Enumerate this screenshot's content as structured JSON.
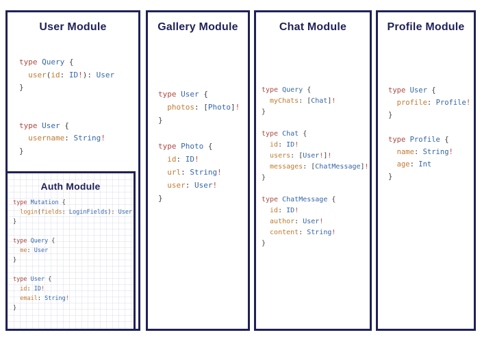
{
  "colors": {
    "navy": "#1f2157",
    "keyword": "#ad4a42",
    "type_name": "#3566a9",
    "field": "#bf7b30",
    "punctuation": "#3f3f3f",
    "bang": "#c2443a"
  },
  "modules": [
    {
      "key": "user",
      "title": "User Module",
      "code": [
        [
          [
            "k",
            "type "
          ],
          [
            "t",
            "Query"
          ],
          [
            "p",
            " {"
          ]
        ],
        [
          [
            "f",
            "  user"
          ],
          [
            "p",
            "("
          ],
          [
            "f",
            "id"
          ],
          [
            "p",
            ": "
          ],
          [
            "t",
            "ID"
          ],
          [
            "b",
            "!"
          ],
          [
            "p",
            "): "
          ],
          [
            "t",
            "User"
          ]
        ],
        [
          [
            "p",
            "}"
          ]
        ],
        [],
        [],
        [
          [
            "k",
            "type "
          ],
          [
            "t",
            "User"
          ],
          [
            "p",
            " {"
          ]
        ],
        [
          [
            "f",
            "  username"
          ],
          [
            "p",
            ": "
          ],
          [
            "t",
            "String"
          ],
          [
            "b",
            "!"
          ]
        ],
        [
          [
            "p",
            "}"
          ]
        ]
      ]
    },
    {
      "key": "auth",
      "title": "Auth Module",
      "code": [
        [
          [
            "k",
            "type "
          ],
          [
            "t",
            "Mutation"
          ],
          [
            "p",
            " {"
          ]
        ],
        [
          [
            "f",
            "  login"
          ],
          [
            "p",
            "("
          ],
          [
            "f",
            "fields"
          ],
          [
            "p",
            ": "
          ],
          [
            "t",
            "LoginFields"
          ],
          [
            "p",
            "): "
          ],
          [
            "t",
            "User"
          ]
        ],
        [
          [
            "p",
            "}"
          ]
        ],
        [],
        [
          [
            "k",
            "type "
          ],
          [
            "t",
            "Query"
          ],
          [
            "p",
            " {"
          ]
        ],
        [
          [
            "f",
            "  me"
          ],
          [
            "p",
            ": "
          ],
          [
            "t",
            "User"
          ]
        ],
        [
          [
            "p",
            "}"
          ]
        ],
        [],
        [
          [
            "k",
            "type "
          ],
          [
            "t",
            "User"
          ],
          [
            "p",
            " {"
          ]
        ],
        [
          [
            "f",
            "  id"
          ],
          [
            "p",
            ": "
          ],
          [
            "t",
            "ID"
          ],
          [
            "b",
            "!"
          ]
        ],
        [
          [
            "f",
            "  email"
          ],
          [
            "p",
            ": "
          ],
          [
            "t",
            "String"
          ],
          [
            "b",
            "!"
          ]
        ],
        [
          [
            "p",
            "}"
          ]
        ]
      ]
    },
    {
      "key": "gallery",
      "title": "Gallery Module",
      "code": [
        [
          [
            "k",
            "type "
          ],
          [
            "t",
            "User"
          ],
          [
            "p",
            " {"
          ]
        ],
        [
          [
            "f",
            "  photos"
          ],
          [
            "p",
            ": ["
          ],
          [
            "t",
            "Photo"
          ],
          [
            "p",
            "]"
          ],
          [
            "b",
            "!"
          ]
        ],
        [
          [
            "p",
            "}"
          ]
        ],
        [],
        [
          [
            "k",
            "type "
          ],
          [
            "t",
            "Photo"
          ],
          [
            "p",
            " {"
          ]
        ],
        [
          [
            "f",
            "  id"
          ],
          [
            "p",
            ": "
          ],
          [
            "t",
            "ID"
          ],
          [
            "b",
            "!"
          ]
        ],
        [
          [
            "f",
            "  url"
          ],
          [
            "p",
            ": "
          ],
          [
            "t",
            "String"
          ],
          [
            "b",
            "!"
          ]
        ],
        [
          [
            "f",
            "  user"
          ],
          [
            "p",
            ": "
          ],
          [
            "t",
            "User"
          ],
          [
            "b",
            "!"
          ]
        ],
        [
          [
            "p",
            "}"
          ]
        ]
      ]
    },
    {
      "key": "chat",
      "title": "Chat Module",
      "code": [
        [
          [
            "k",
            "type "
          ],
          [
            "t",
            "Query"
          ],
          [
            "p",
            " {"
          ]
        ],
        [
          [
            "f",
            "  myChats"
          ],
          [
            "p",
            ": ["
          ],
          [
            "t",
            "Chat"
          ],
          [
            "p",
            "]"
          ],
          [
            "b",
            "!"
          ]
        ],
        [
          [
            "p",
            "}"
          ]
        ],
        [],
        [
          [
            "k",
            "type "
          ],
          [
            "t",
            "Chat"
          ],
          [
            "p",
            " {"
          ]
        ],
        [
          [
            "f",
            "  id"
          ],
          [
            "p",
            ": "
          ],
          [
            "t",
            "ID"
          ],
          [
            "b",
            "!"
          ]
        ],
        [
          [
            "f",
            "  users"
          ],
          [
            "p",
            ": ["
          ],
          [
            "t",
            "User"
          ],
          [
            "b",
            "!"
          ],
          [
            "p",
            "]"
          ],
          [
            "b",
            "!"
          ]
        ],
        [
          [
            "f",
            "  messages"
          ],
          [
            "p",
            ": ["
          ],
          [
            "t",
            "ChatMessage"
          ],
          [
            "p",
            "]"
          ],
          [
            "b",
            "!"
          ]
        ],
        [
          [
            "p",
            "}"
          ]
        ],
        [],
        [
          [
            "k",
            "type "
          ],
          [
            "t",
            "ChatMessage"
          ],
          [
            "p",
            " {"
          ]
        ],
        [
          [
            "f",
            "  id"
          ],
          [
            "p",
            ": "
          ],
          [
            "t",
            "ID"
          ],
          [
            "b",
            "!"
          ]
        ],
        [
          [
            "f",
            "  author"
          ],
          [
            "p",
            ": "
          ],
          [
            "t",
            "User"
          ],
          [
            "b",
            "!"
          ]
        ],
        [
          [
            "f",
            "  content"
          ],
          [
            "p",
            ": "
          ],
          [
            "t",
            "String"
          ],
          [
            "b",
            "!"
          ]
        ],
        [
          [
            "p",
            "}"
          ]
        ]
      ]
    },
    {
      "key": "profile",
      "title": "Profile Module",
      "code": [
        [
          [
            "k",
            "type "
          ],
          [
            "t",
            "User"
          ],
          [
            "p",
            " {"
          ]
        ],
        [
          [
            "f",
            "  profile"
          ],
          [
            "p",
            ": "
          ],
          [
            "t",
            "Profile"
          ],
          [
            "b",
            "!"
          ]
        ],
        [
          [
            "p",
            "}"
          ]
        ],
        [],
        [
          [
            "k",
            "type "
          ],
          [
            "t",
            "Profile"
          ],
          [
            "p",
            " {"
          ]
        ],
        [
          [
            "f",
            "  name"
          ],
          [
            "p",
            ": "
          ],
          [
            "t",
            "String"
          ],
          [
            "b",
            "!"
          ]
        ],
        [
          [
            "f",
            "  age"
          ],
          [
            "p",
            ": "
          ],
          [
            "t",
            "Int"
          ]
        ],
        [
          [
            "p",
            "}"
          ]
        ]
      ]
    }
  ]
}
